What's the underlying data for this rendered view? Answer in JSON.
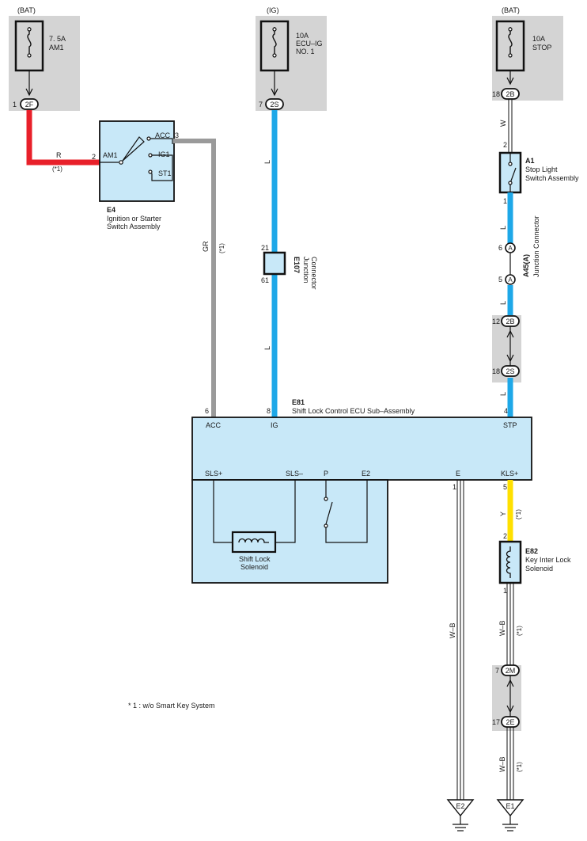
{
  "colors": {
    "red_wire": "#e8202a",
    "blue_wire": "#1ea8e8",
    "gray_wire": "#9a9a9a",
    "yellow_wire": "#ffe000",
    "block_fill": "#c8e8f8",
    "shade_fill": "#d4d4d4"
  },
  "sources": {
    "bat_left": "(BAT)",
    "ig": "(IG)",
    "bat_right": "(BAT)"
  },
  "fuses": {
    "am1": {
      "rating": "7. 5A",
      "name": "AM1"
    },
    "ecu_ig": {
      "rating": "10A",
      "name1": "ECU–IG",
      "name2": "NO. 1"
    },
    "stop": {
      "rating": "10A",
      "name": "STOP"
    }
  },
  "connectors": {
    "c2f": {
      "pin": "1",
      "code": "2F"
    },
    "c2s_top": {
      "pin": "7",
      "code": "2S"
    },
    "c2b_top": {
      "pin": "18",
      "code": "2B"
    },
    "c2b_mid": {
      "pin": "12",
      "code": "2B"
    },
    "c2s_mid": {
      "pin": "18",
      "code": "2S"
    },
    "c2m": {
      "pin": "7",
      "code": "2M"
    },
    "c2e": {
      "pin": "17",
      "code": "2E"
    },
    "a45_top": {
      "pin": "6",
      "code": "A"
    },
    "a45_bot": {
      "pin": "5",
      "code": "A"
    }
  },
  "ignition": {
    "code": "E4",
    "name1": "Ignition or Starter",
    "name2": "Switch Assembly",
    "acc": "ACC",
    "ig1": "IG1",
    "st1": "ST1",
    "am1": "AM1",
    "pin_am1": "2",
    "pin_acc": "3"
  },
  "wires": {
    "r_color": "R",
    "r_note": "(*1)",
    "gr_color": "GR",
    "gr_note": "(*1)",
    "l1": "L",
    "l2": "L",
    "w": "W",
    "l3": "L",
    "l4": "L",
    "l5": "L",
    "y_color": "Y",
    "y_note": "(*1)",
    "wb_left": "W–B",
    "wb_r1": "W–B",
    "wb_r1_note": "(*1)",
    "wb_r2": "W–B",
    "wb_r2_note": "(*1)"
  },
  "e107": {
    "code": "E107",
    "name1": "Junction",
    "name2": "Connector",
    "pin_top": "21",
    "pin_bot": "61"
  },
  "a1": {
    "code": "A1",
    "name1": "Stop Light",
    "name2": "Switch Assembly",
    "pin_top": "2",
    "pin_bot": "1"
  },
  "a45": {
    "code": "A45(A)",
    "name": "Junction Connector"
  },
  "ecu": {
    "code": "E81",
    "name": "Shift Lock Control ECU Sub–Assembly",
    "acc": "ACC",
    "ig": "IG",
    "stp": "STP",
    "pin_acc": "6",
    "pin_ig": "8",
    "pin_stp": "4",
    "sls_plus": "SLS+",
    "sls_minus": "SLS–",
    "p": "P",
    "e2": "E2",
    "e": "E",
    "kls_plus": "KLS+",
    "pin_e": "1",
    "pin_kls": "5",
    "solenoid1": "Shift Lock",
    "solenoid2": "Solenoid"
  },
  "e82": {
    "code": "E82",
    "name1": "Key Inter Lock",
    "name2": "Solenoid",
    "pin_top": "2",
    "pin_bot": "1"
  },
  "grounds": {
    "left": "E2",
    "right": "E1"
  },
  "footnote": "* 1 : w/o Smart Key System"
}
